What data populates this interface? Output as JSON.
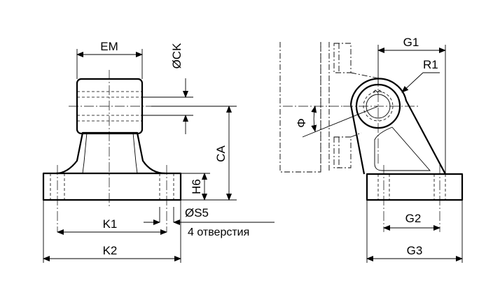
{
  "labels": {
    "em": "EM",
    "ck": "ØCK",
    "ca": "CA",
    "h6": "H6",
    "s5": "ØS5",
    "holes": "4 отверстия",
    "k1": "K1",
    "k2": "K2",
    "g1": "G1",
    "r1": "R1",
    "phi": "Φ",
    "g2": "G2",
    "g3": "G3"
  }
}
